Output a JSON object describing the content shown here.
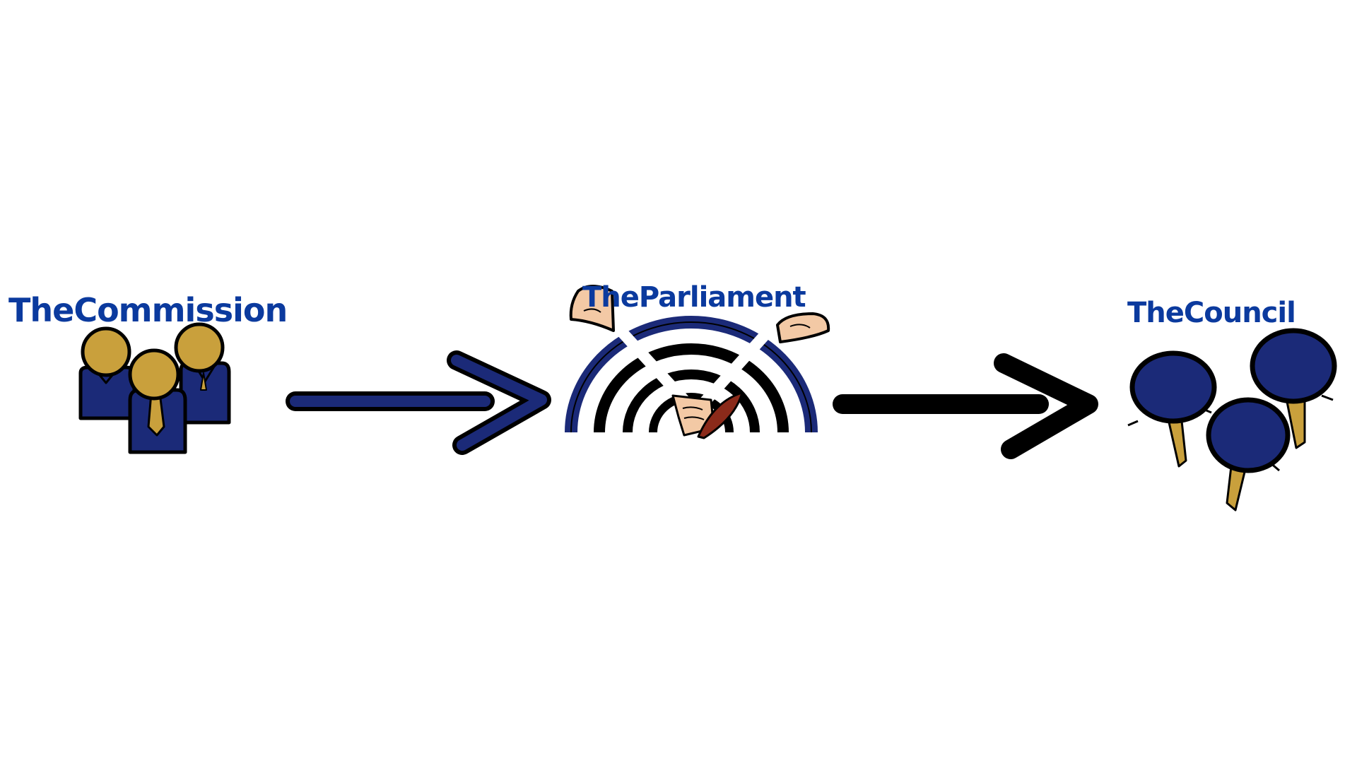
{
  "labels": {
    "commission": "TheCommission",
    "parliament": "TheParliament",
    "council": "TheCouncil"
  },
  "icons": {
    "commission": "group-of-officials-icon",
    "parliament": "parliament-hemicycle-icon",
    "council": "council-members-icon"
  },
  "colors": {
    "label_text": "#0b3a9e",
    "navy": "#1b2a78",
    "gold": "#c9a03c",
    "black": "#000000",
    "paper": "#f3c9a5",
    "quill": "#8b2a1a"
  }
}
